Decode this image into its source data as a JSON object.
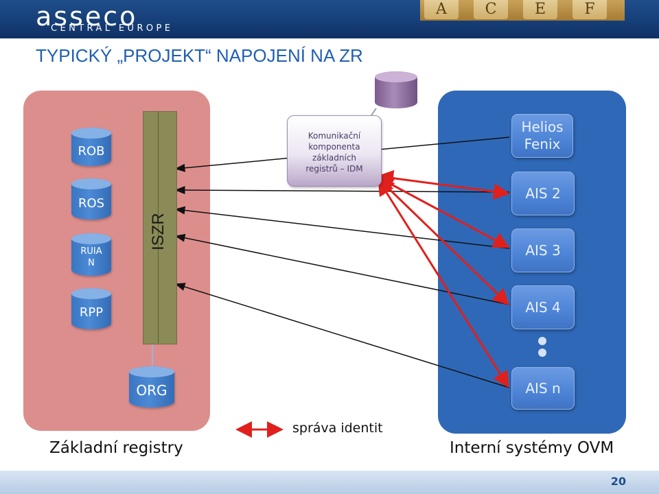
{
  "header": {
    "logo_word": "asseco",
    "logo_sub": "CENTRAL EUROPE",
    "keys": [
      "A",
      "C",
      "E",
      "F"
    ]
  },
  "title": "TYPICKÝ „PROJEKT“ NAPOJENÍ NA ZR",
  "left_registers": [
    "ROB",
    "ROS",
    "RUIA N",
    "RPP"
  ],
  "org_label": "ORG",
  "iszr_label": "ISZR",
  "comm_component": [
    "Komunikační",
    "komponenta",
    "základních",
    "registrů – IDM"
  ],
  "ais_boxes": [
    "Helios Fenix",
    "AIS 2",
    "AIS 3",
    "AIS 4",
    "AIS n"
  ],
  "captions": {
    "left": "Základní registry",
    "right": "Interní systémy OVM",
    "legend": "správa identit"
  },
  "colors": {
    "header_blue": "#1f4e8c",
    "title_blue": "#1f5fb4",
    "left_panel": "#dc8e8d",
    "right_panel": "#2f68b7",
    "identity_arrow": "#e0201c",
    "iszr_bar": "#8b8b57"
  },
  "page_number": "20"
}
